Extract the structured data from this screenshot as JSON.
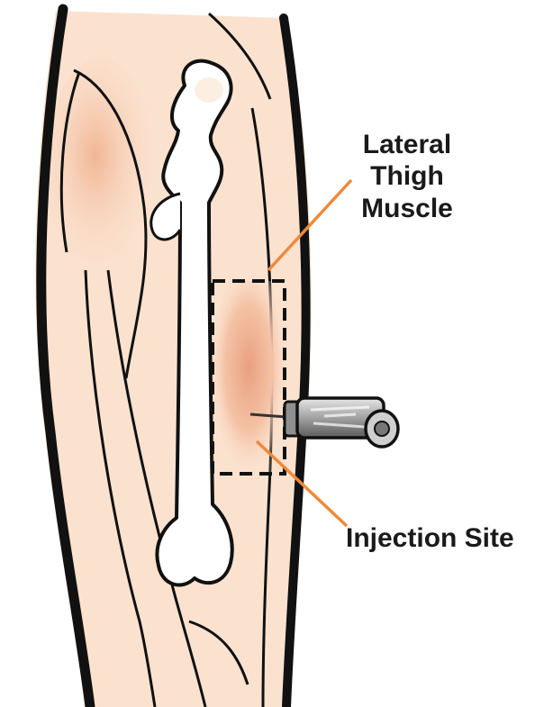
{
  "labels": {
    "muscle_line1": "Lateral",
    "muscle_line2": "Thigh",
    "muscle_line3": "Muscle",
    "injection_site": "Injection Site"
  },
  "colors": {
    "skin": "#fbe2cf",
    "muscle_highlight": "#e9a07f",
    "bone": "#ffffff",
    "outline": "#111111",
    "leader_line": "#ee8a3c",
    "syringe_body": "#9a9a9a"
  },
  "icons": {
    "syringe": "syringe-icon"
  }
}
